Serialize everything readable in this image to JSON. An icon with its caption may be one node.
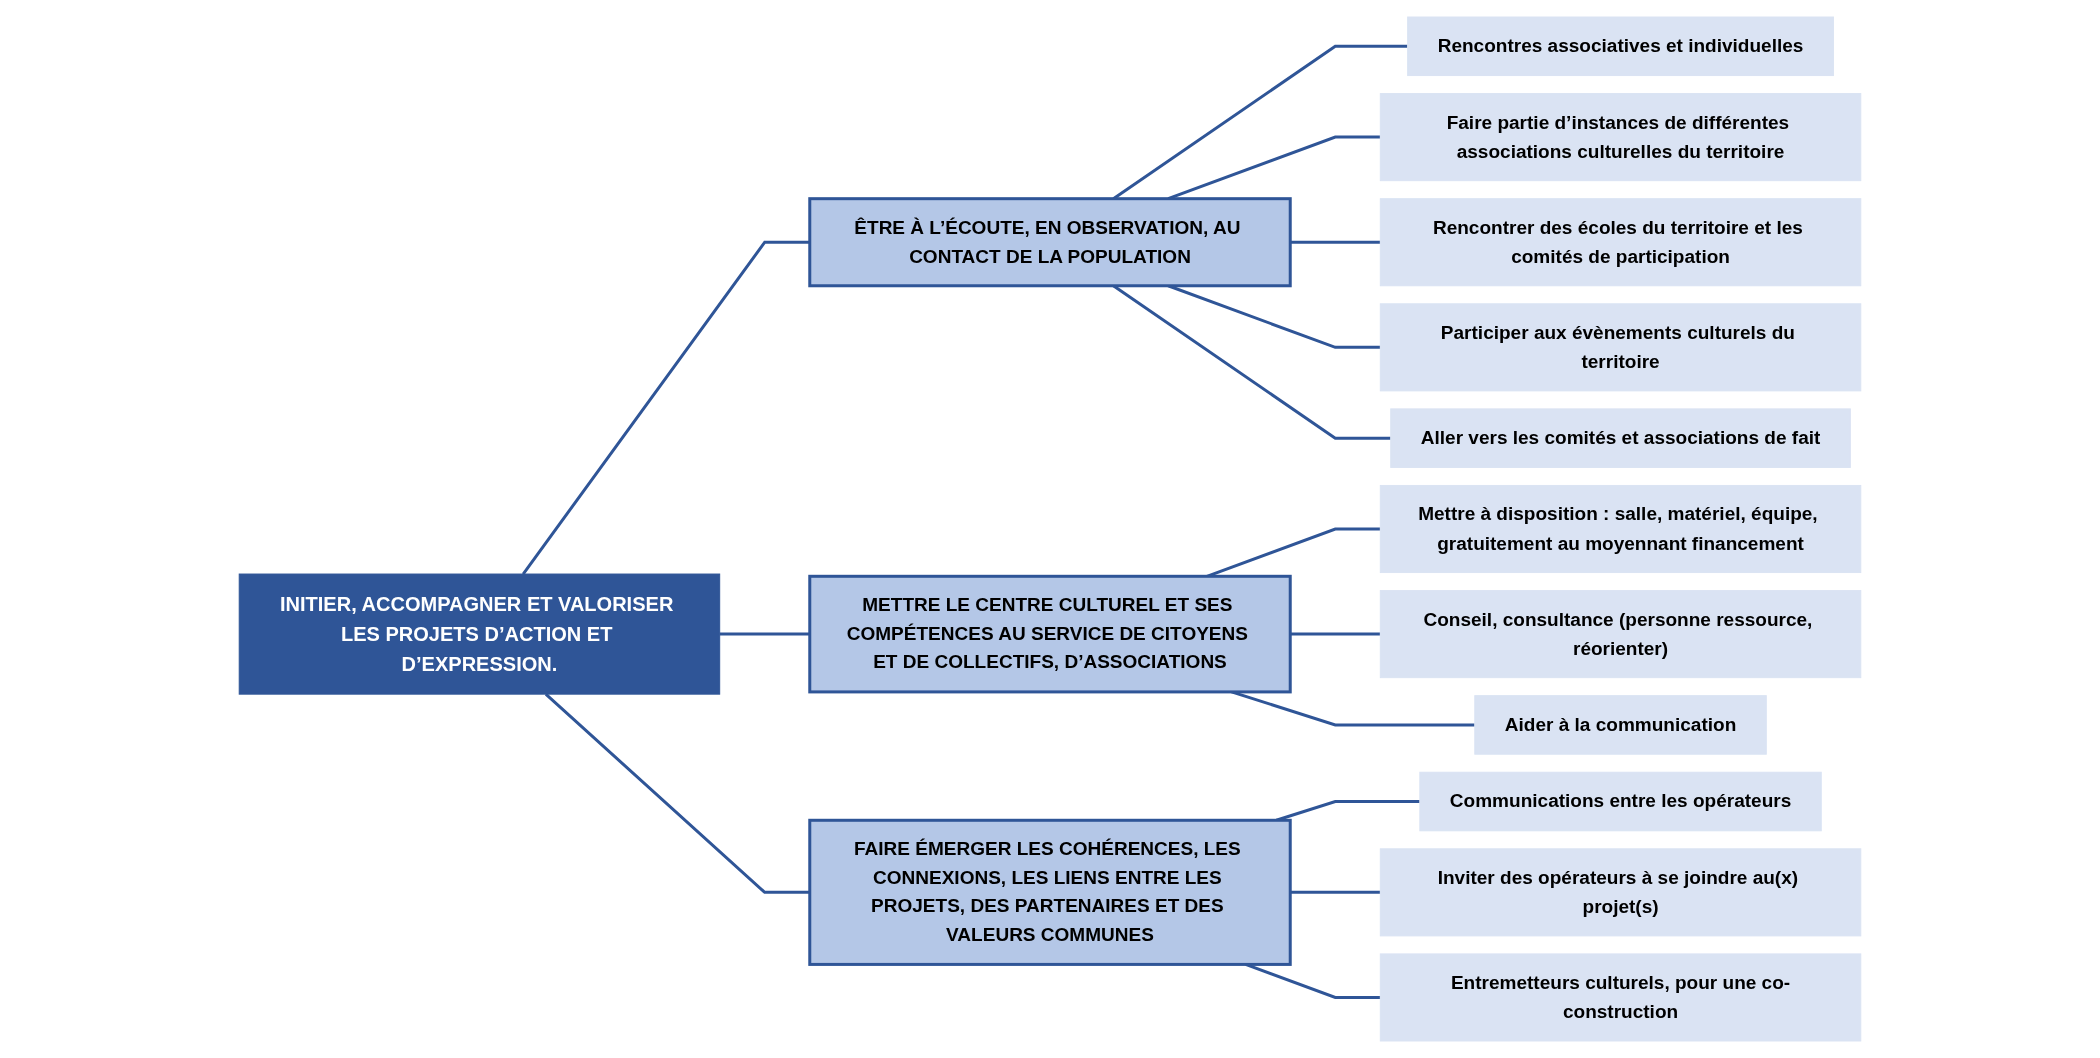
{
  "diagram": {
    "nodes": [
      {
        "text": [
          "INITIER, ACCOMPAGNER ET VALORISER LES PROJETS D’ACTION ET D’EXPRESSION."
        ]
      },
      {
        "text": [
          "ÊTRE À L’ÉCOUTE, EN OBSERVATION, AU CONTACT DE LA POPULATION"
        ]
      },
      {
        "text": [
          "METTRE LE CENTRE CULTUREL ET SES COMPÉTENCES AU SERVICE DE CITOYENS ET DE COLLECTIFS, D’ASSOCIATIONS"
        ]
      },
      {
        "text": [
          "FAIRE ÉMERGER LES COHÉRENCES, LES CONNEXIONS, LES LIENS ENTRE LES PROJETS, DES PARTENAIRES ET DES VALEURS COMMUNES"
        ]
      },
      {
        "text": [
          "Rencontres associatives et individuelles"
        ]
      },
      {
        "text": [
          "Faire partie d’instances de différentes associations culturelles du territoire"
        ]
      },
      {
        "text": [
          "Rencontrer des écoles du territoire et les comités de participation"
        ]
      },
      {
        "text": [
          "Participer aux évènements culturels du territoire"
        ]
      },
      {
        "text": [
          "Aller vers les comités et associations de fait"
        ]
      },
      {
        "text": [
          "Mettre à disposition : salle, matériel, équipe, gratuitement au moyennant financement"
        ]
      },
      {
        "text": [
          "Conseil, consultance (personne ressource, réorienter)"
        ]
      },
      {
        "text": [
          "Aider à la communication"
        ]
      },
      {
        "text": [
          "Communications entre les opérateurs"
        ]
      },
      {
        "text": [
          "Inviter des opérateurs à se joindre au(x) projet(s)"
        ]
      },
      {
        "text": [
          "Entremetteurs culturels, pour une co-construction"
        ]
      }
    ],
    "edges": [
      {
        "from": 0,
        "to": 1,
        "arrow": "none"
      },
      {
        "from": 0,
        "to": 2,
        "arrow": "none"
      },
      {
        "from": 0,
        "to": 3,
        "arrow": "none"
      },
      {
        "from": 1,
        "to": 4,
        "arrow": "none"
      },
      {
        "from": 1,
        "to": 5,
        "arrow": "none"
      },
      {
        "from": 1,
        "to": 6,
        "arrow": "none"
      },
      {
        "from": 1,
        "to": 7,
        "arrow": "none"
      },
      {
        "from": 1,
        "to": 8,
        "arrow": "none"
      },
      {
        "from": 2,
        "to": 9,
        "arrow": "none"
      },
      {
        "from": 2,
        "to": 10,
        "arrow": "none"
      },
      {
        "from": 2,
        "to": 11,
        "arrow": "none"
      },
      {
        "from": 3,
        "to": 12,
        "arrow": "none"
      },
      {
        "from": 3,
        "to": 13,
        "arrow": "none"
      },
      {
        "from": 3,
        "to": 14,
        "arrow": "none"
      }
    ]
  }
}
